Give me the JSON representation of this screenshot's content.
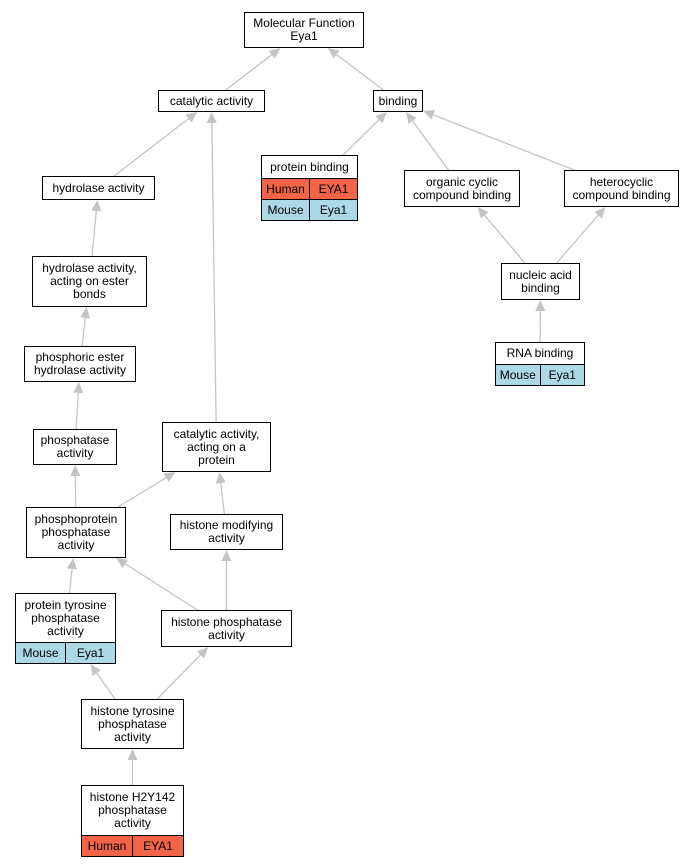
{
  "colors": {
    "edge": "#c4c4c4",
    "human": "#f26448",
    "mouse": "#add8e6"
  },
  "nodes": {
    "root": {
      "label": "Molecular Function\nEya1"
    },
    "catalytic": {
      "label": "catalytic activity"
    },
    "binding": {
      "label": "binding"
    },
    "protein_binding": {
      "label": "protein binding",
      "rows": [
        {
          "species": "Human",
          "gene": "EYA1",
          "color": "human"
        },
        {
          "species": "Mouse",
          "gene": "Eya1",
          "color": "mouse"
        }
      ]
    },
    "organic_cyclic": {
      "label": "organic cyclic\ncompound binding"
    },
    "heterocyclic": {
      "label": "heterocyclic\ncompound binding"
    },
    "nucleic_acid": {
      "label": "nucleic acid\nbinding"
    },
    "rna_binding": {
      "label": "RNA binding",
      "rows": [
        {
          "species": "Mouse",
          "gene": "Eya1",
          "color": "mouse"
        }
      ]
    },
    "hydrolase": {
      "label": "hydrolase activity"
    },
    "hydrolase_ester": {
      "label": "hydrolase activity,\nacting on ester\nbonds"
    },
    "phosphoric_ester": {
      "label": "phosphoric ester\nhydrolase activity"
    },
    "phosphatase": {
      "label": "phosphatase\nactivity"
    },
    "catalytic_protein": {
      "label": "catalytic activity,\nacting on a\nprotein"
    },
    "phosphoprotein_phosphatase": {
      "label": "phosphoprotein\nphosphatase\nactivity"
    },
    "histone_modifying": {
      "label": "histone modifying\nactivity"
    },
    "protein_tyrosine_phosphatase": {
      "label": "protein tyrosine\nphosphatase\nactivity",
      "rows": [
        {
          "species": "Mouse",
          "gene": "Eya1",
          "color": "mouse"
        }
      ]
    },
    "histone_phosphatase": {
      "label": "histone phosphatase\nactivity"
    },
    "histone_tyrosine_phosphatase": {
      "label": "histone tyrosine\nphosphatase\nactivity"
    },
    "histone_h2y142": {
      "label": "histone H2Y142\nphosphatase\nactivity",
      "rows": [
        {
          "species": "Human",
          "gene": "EYA1",
          "color": "human"
        }
      ]
    }
  },
  "edges": [
    [
      "catalytic",
      "root"
    ],
    [
      "binding",
      "root"
    ],
    [
      "protein_binding",
      "binding"
    ],
    [
      "organic_cyclic",
      "binding"
    ],
    [
      "heterocyclic",
      "binding"
    ],
    [
      "nucleic_acid",
      "organic_cyclic"
    ],
    [
      "nucleic_acid",
      "heterocyclic"
    ],
    [
      "rna_binding",
      "nucleic_acid"
    ],
    [
      "hydrolase",
      "catalytic"
    ],
    [
      "hydrolase_ester",
      "hydrolase"
    ],
    [
      "phosphoric_ester",
      "hydrolase_ester"
    ],
    [
      "phosphatase",
      "phosphoric_ester"
    ],
    [
      "catalytic_protein",
      "catalytic"
    ],
    [
      "phosphoprotein_phosphatase",
      "phosphatase"
    ],
    [
      "phosphoprotein_phosphatase",
      "catalytic_protein"
    ],
    [
      "histone_modifying",
      "catalytic_protein"
    ],
    [
      "protein_tyrosine_phosphatase",
      "phosphoprotein_phosphatase"
    ],
    [
      "histone_phosphatase",
      "phosphoprotein_phosphatase"
    ],
    [
      "histone_phosphatase",
      "histone_modifying"
    ],
    [
      "histone_tyrosine_phosphatase",
      "protein_tyrosine_phosphatase"
    ],
    [
      "histone_tyrosine_phosphatase",
      "histone_phosphatase"
    ],
    [
      "histone_h2y142",
      "histone_tyrosine_phosphatase"
    ]
  ]
}
